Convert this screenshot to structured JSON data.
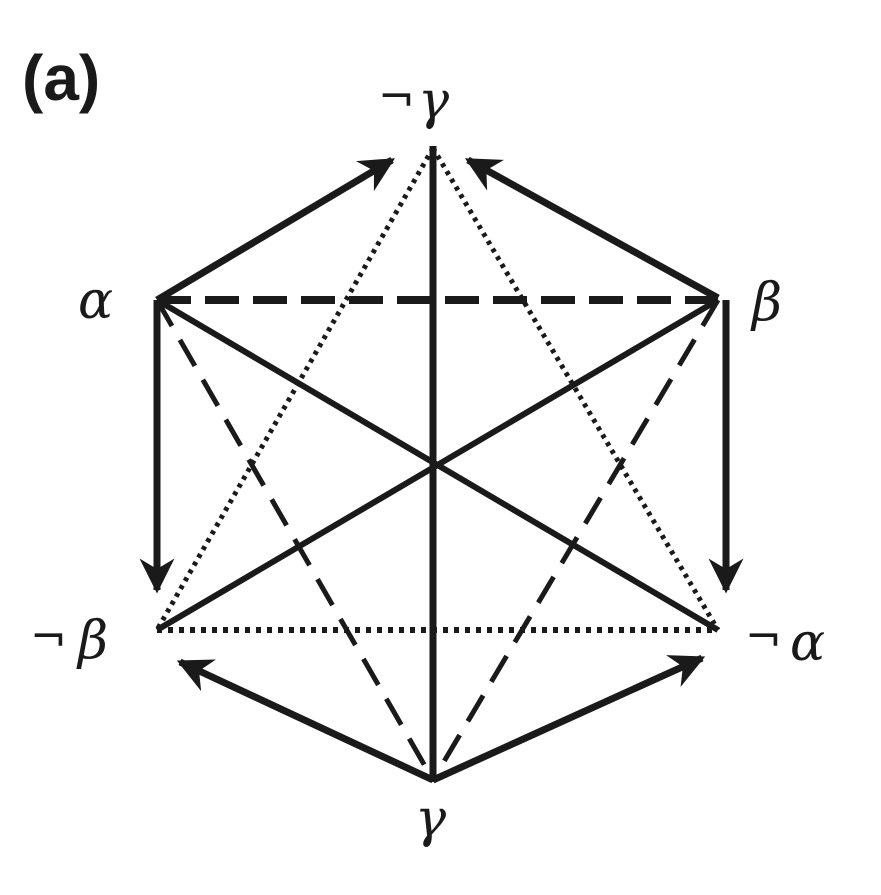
{
  "panel_label": "(a)",
  "nodes": {
    "not_gamma": {
      "neg": "¬",
      "sym": "γ"
    },
    "alpha": {
      "sym": "α"
    },
    "beta": {
      "sym": "β"
    },
    "not_beta": {
      "neg": "¬",
      "sym": "β"
    },
    "not_alpha": {
      "neg": "¬",
      "sym": "α"
    },
    "gamma": {
      "sym": "γ"
    }
  },
  "colors": {
    "ink": "#1a1a1a",
    "background": "#ffffff"
  }
}
